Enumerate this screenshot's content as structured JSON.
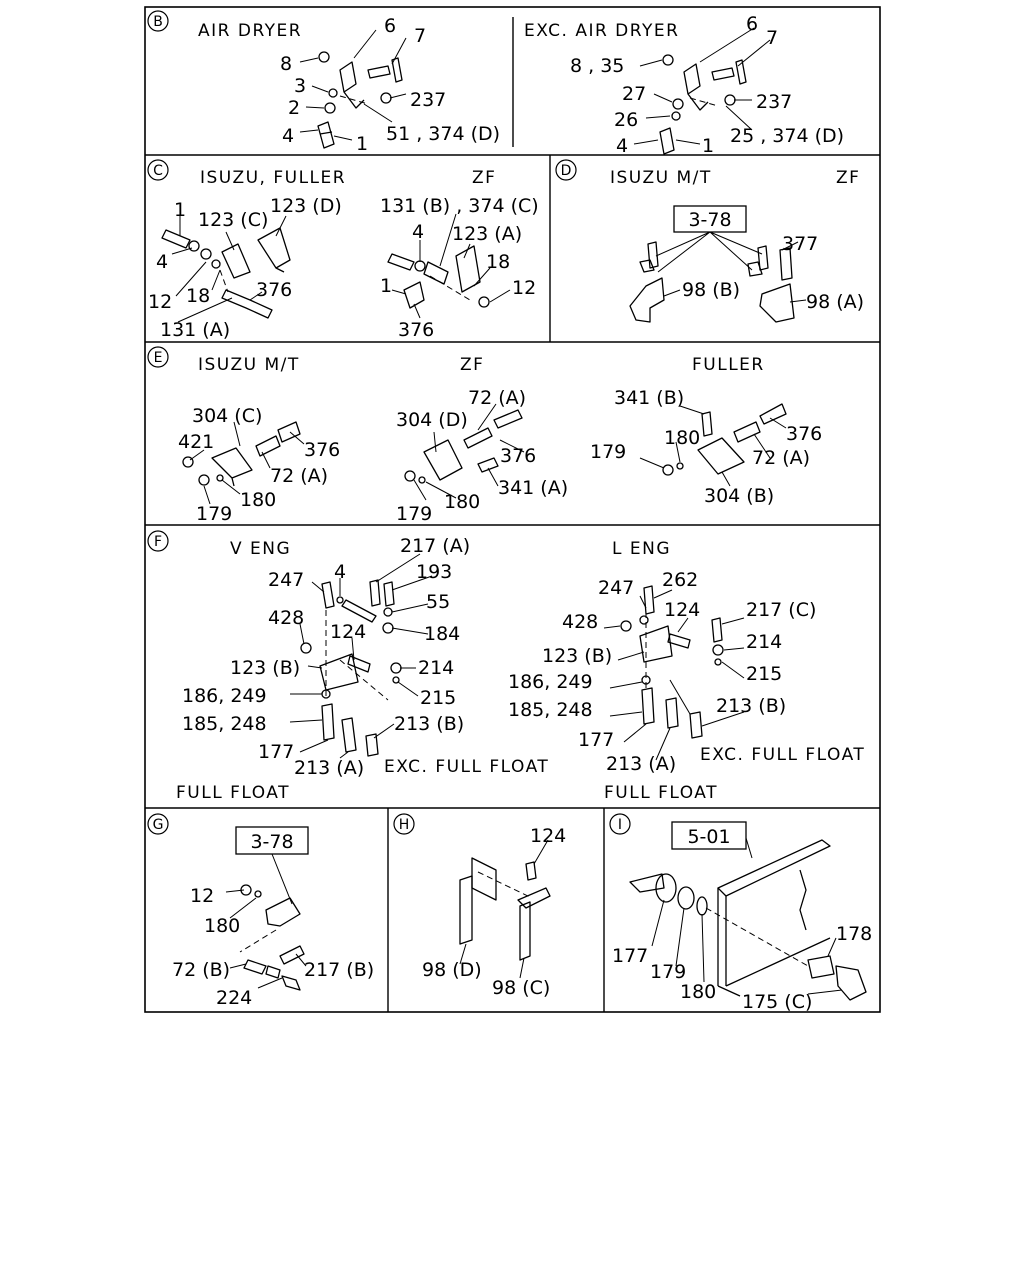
{
  "sections": {
    "B": {
      "marker": "B",
      "subtitles": [
        "AIR DRYER",
        "EXC. AIR DRYER"
      ],
      "labels": [
        "6",
        "7",
        "8",
        "3",
        "2",
        "4",
        "1",
        "237",
        "51 , 374 (D)",
        "6",
        "7",
        "8 , 35",
        "27",
        "26",
        "4",
        "1",
        "237",
        "25 , 374 (D)"
      ]
    },
    "C": {
      "marker": "C",
      "subtitles": [
        "ISUZU, FULLER",
        "ZF"
      ],
      "labels": [
        "1",
        "123 (C)",
        "123 (D)",
        "4",
        "12",
        "18",
        "376",
        "131 (A)",
        "131 (B) , 374 (C)",
        "4",
        "123 (A)",
        "18",
        "1",
        "12",
        "376"
      ]
    },
    "D": {
      "marker": "D",
      "subtitles": [
        "ISUZU M/T",
        "ZF"
      ],
      "ref": "3-78",
      "labels": [
        "377",
        "98 (B)",
        "98 (A)"
      ]
    },
    "E": {
      "marker": "E",
      "subtitles": [
        "ISUZU M/T",
        "ZF",
        "FULLER"
      ],
      "labels": [
        "304 (C)",
        "421",
        "376",
        "72 (A)",
        "180",
        "179",
        "72 (A)",
        "304 (D)",
        "376",
        "341 (A)",
        "179",
        "180",
        "341 (B)",
        "180",
        "179",
        "376",
        "72 (A)",
        "304 (B)"
      ]
    },
    "F": {
      "marker": "F",
      "subtitles": [
        "V ENG",
        "L ENG",
        "EXC. FULL FLOAT",
        "EXC. FULL FLOAT",
        "FULL FLOAT",
        "FULL FLOAT"
      ],
      "labels": [
        "217 (A)",
        "247",
        "4",
        "193",
        "55",
        "428",
        "124",
        "184",
        "123 (B)",
        "214",
        "186, 249",
        "215",
        "185, 248",
        "213 (B)",
        "177",
        "213 (A)",
        "247",
        "262",
        "124",
        "217 (C)",
        "428",
        "214",
        "123 (B)",
        "215",
        "186, 249",
        "185, 248",
        "213 (B)",
        "177",
        "213 (A)"
      ]
    },
    "G": {
      "marker": "G",
      "ref": "3-78",
      "labels": [
        "12",
        "180",
        "72 (B)",
        "217 (B)",
        "224"
      ]
    },
    "H": {
      "marker": "H",
      "labels": [
        "124",
        "98 (D)",
        "98 (C)"
      ]
    },
    "I": {
      "marker": "I",
      "ref": "5-01",
      "labels": [
        "178",
        "177",
        "179",
        "180",
        "175 (C)"
      ]
    }
  }
}
